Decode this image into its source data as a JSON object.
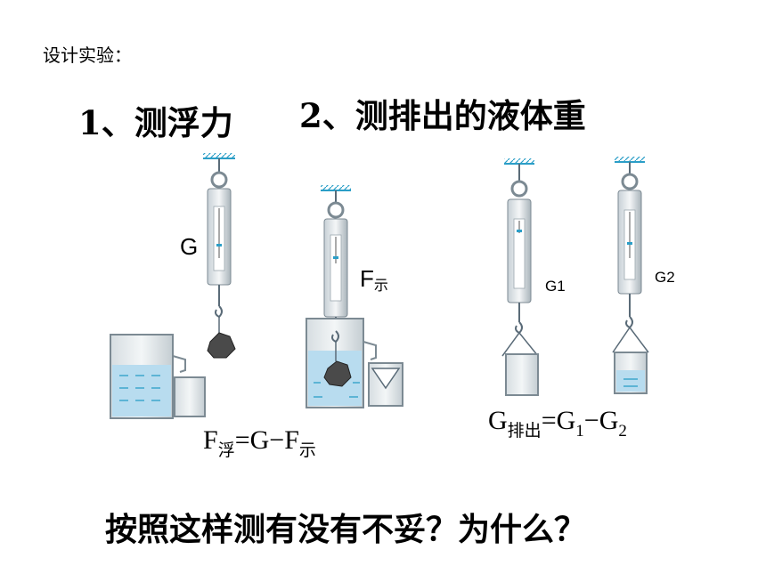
{
  "heading": "设计实验：",
  "steps": {
    "step1": "1、测浮力",
    "step2": "2、测排出的液体重"
  },
  "labels": {
    "g": "G",
    "f_main": "F",
    "f_sub": "示",
    "g1": "G1",
    "g2": "G2"
  },
  "formula1": {
    "f": "F",
    "fu": "浮",
    "rest": "=G−F",
    "shi": "示"
  },
  "formula2": {
    "g": "G",
    "paichu": "排出",
    "eq": "=G",
    "one": "1",
    "minus": "−G",
    "two": "2"
  },
  "question": "按照这样测有没有不妥？为什么？",
  "colors": {
    "water": "#b8dcef",
    "hook": "#2b9ec7",
    "outline": "#5a6b78",
    "stone": "#4a4a4a"
  }
}
